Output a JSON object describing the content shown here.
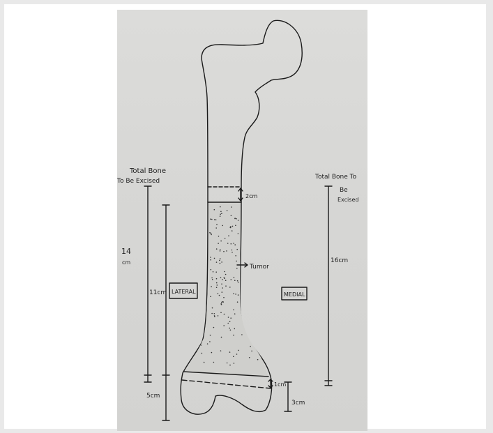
{
  "labels": {
    "total_bone_lateral_line1": "Total Bone",
    "total_bone_lateral_line2": "To Be Excised",
    "total_bone_medial_line1": "Total Bone To",
    "total_bone_medial_line2": "Be",
    "total_bone_medial_line3": "Excised",
    "lateral": "LATERAL",
    "medial": "MEDIAL",
    "tumor": "Tumor"
  },
  "measurements": {
    "proximal_margin": "2cm",
    "lateral_total_num": "14",
    "lateral_total_unit": "cm",
    "lateral_tumor_length": "11cm",
    "distal_segment": "5cm",
    "distal_margin": "1cm",
    "condyle_segment": "3cm",
    "medial_total": "16cm"
  },
  "colors": {
    "paper": "#d6d6d4",
    "ink": "#1a1a1a",
    "tumor_fill": "#cfcfcc"
  }
}
